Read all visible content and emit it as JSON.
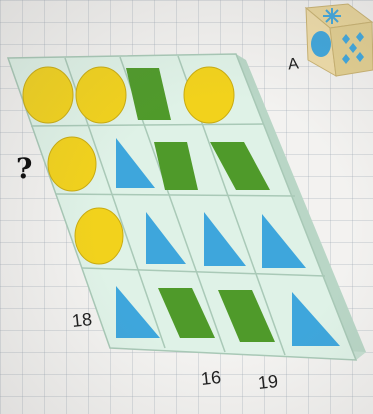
{
  "labels": {
    "question_mark": "?",
    "cube_letter": "A",
    "left_count": "18",
    "bottom_count_1": "16",
    "bottom_count_2": "19"
  },
  "grid": {
    "rows": [
      [
        "circle",
        "circle",
        "parallelogram",
        "circle"
      ],
      [
        "circle",
        "triangle",
        "parallelogram",
        "parallelogram"
      ],
      [
        "circle",
        "triangle",
        "triangle",
        "triangle"
      ],
      [
        "triangle",
        "parallelogram",
        "parallelogram",
        "triangle"
      ]
    ]
  },
  "colors": {
    "circle": "#f2d21c",
    "triangle": "#3ea6dc",
    "parallelogram": "#4f9a2a",
    "board": "#d8eee2",
    "board_side": "#b9d6c6"
  },
  "cube": {
    "top_icon": "snowflake-icon",
    "front_icon": "circle-icon",
    "side_icon": "diamond-pattern-icon"
  }
}
